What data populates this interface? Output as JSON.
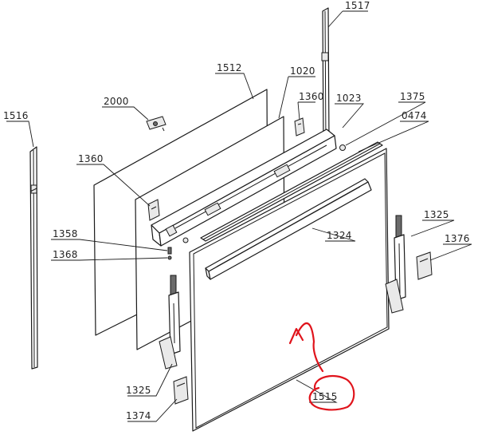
{
  "diagram": {
    "type": "exploded-parts-view",
    "callouts": [
      {
        "id": "c1517",
        "label": "1517"
      },
      {
        "id": "c1512",
        "label": "1512"
      },
      {
        "id": "c1020",
        "label": "1020"
      },
      {
        "id": "c2000",
        "label": "2000"
      },
      {
        "id": "c1360a",
        "label": "1360"
      },
      {
        "id": "c1023",
        "label": "1023"
      },
      {
        "id": "c1375",
        "label": "1375"
      },
      {
        "id": "c0474",
        "label": "0474"
      },
      {
        "id": "c1516",
        "label": "1516"
      },
      {
        "id": "c1360b",
        "label": "1360"
      },
      {
        "id": "c1325a",
        "label": "1325"
      },
      {
        "id": "c1376",
        "label": "1376"
      },
      {
        "id": "c1358",
        "label": "1358"
      },
      {
        "id": "c1324",
        "label": "1324"
      },
      {
        "id": "c1368",
        "label": "1368"
      },
      {
        "id": "c1325b",
        "label": "1325"
      },
      {
        "id": "c1515",
        "label": "1515"
      },
      {
        "id": "c1374",
        "label": "1374"
      }
    ],
    "highlight": {
      "target_label": "1515",
      "color": "#e0141c"
    }
  }
}
